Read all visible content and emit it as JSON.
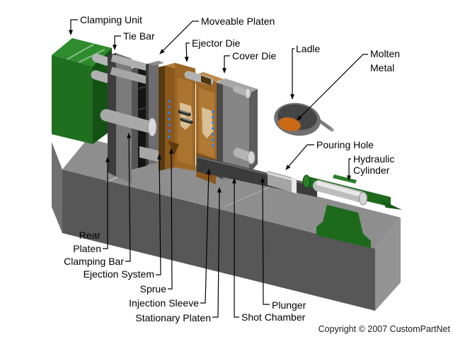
{
  "diagram": {
    "subject": "die-casting-machine",
    "copyright": "Copyright © 2007 CustomPartNet"
  },
  "callouts": {
    "clamping_unit": "Clamping Unit",
    "tie_bar": "Tie Bar",
    "moveable_platen": "Moveable Platen",
    "ejector_die": "Ejector Die",
    "cover_die": "Cover Die",
    "ladle": "Ladle",
    "molten_metal": {
      "line1": "Molten",
      "line2": "Metal"
    },
    "pouring_hole": "Pouring Hole",
    "hydraulic_cylinder": {
      "line1": "Hydraulic",
      "line2": "Cylinder"
    },
    "rear_platen": {
      "line1": "Rear",
      "line2": "Platen"
    },
    "clamping_bar": "Clamping Bar",
    "ejection_system": "Ejection System",
    "sprue": "Sprue",
    "injection_sleeve": "Injection Sleeve",
    "stationary_platen": "Stationary Platen",
    "plunger": "Plunger",
    "shot_chamber": "Shot Chamber"
  },
  "colors": {
    "machine_green": "#1f6f1f",
    "machine_green_top": "#2e8b2e",
    "die_brown": "#9c6726",
    "die_brown_dark": "#5a3a10",
    "cavity_tan": "#d9c094",
    "molten_orange": "#c96a15",
    "base_gray_front": "#575757",
    "base_gray_top": "#8e8e8e",
    "steel_gray": "#aeaeae",
    "cooling_dot_blue": "#2b7fe8"
  }
}
